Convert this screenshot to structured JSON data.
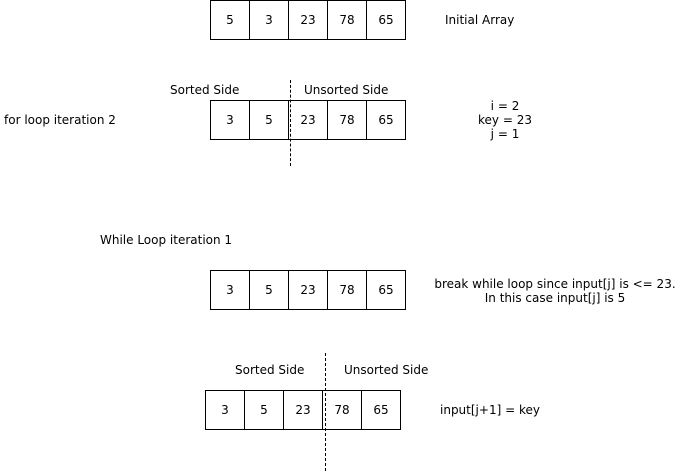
{
  "initial": {
    "values": [
      "5",
      "3",
      "23",
      "78",
      "65"
    ],
    "label": "Initial Array"
  },
  "iteration2": {
    "row_label": "for loop iteration 2",
    "sorted_label": "Sorted Side",
    "unsorted_label": "Unsorted Side",
    "values": [
      "3",
      "5",
      "23",
      "78",
      "65"
    ],
    "vars": [
      "i = 2",
      "key = 23",
      "j = 1"
    ]
  },
  "while1": {
    "title": "While Loop iteration 1",
    "values": [
      "3",
      "5",
      "23",
      "78",
      "65"
    ],
    "note_line1": "break while loop since input[j] is <= 23.",
    "note_line2": "In this case input[j] is 5"
  },
  "final": {
    "sorted_label": "Sorted Side",
    "unsorted_label": "Unsorted Side",
    "values": [
      "3",
      "5",
      "23",
      "78",
      "65"
    ],
    "assign_label": "input[j+1] = key"
  }
}
